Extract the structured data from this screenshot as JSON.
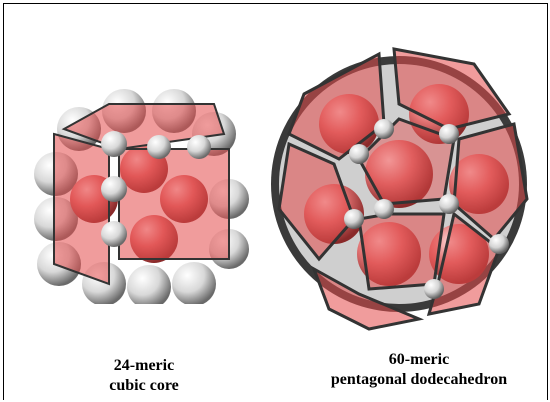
{
  "figures": {
    "cube": {
      "caption_line1": "24-meric",
      "caption_line2": "cubic core",
      "face_color": "#e34a4a",
      "sphere_color": "#f2f2f2"
    },
    "dodecahedron": {
      "caption_line1": "60-meric",
      "caption_line2": "pentagonal dodecahedron",
      "face_color": "#e34a4a",
      "sphere_color": "#f2f2f2"
    }
  }
}
